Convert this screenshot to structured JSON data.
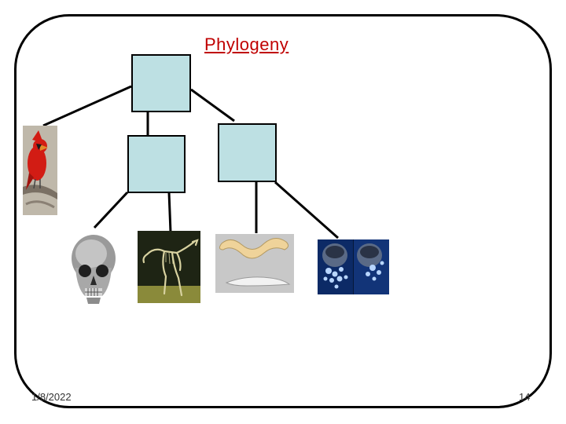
{
  "slide": {
    "title": "Phylogeny",
    "date": "1/8/2022",
    "page_number": "14"
  },
  "colors": {
    "node_fill": "#bde0e3",
    "title_color": "#c00000",
    "line_color": "#000000"
  },
  "images": {
    "bird": "cardinal-bird-image",
    "skull": "human-skull-image",
    "dinosaur": "dinosaur-skeleton-image",
    "worms": "worms-image",
    "cells": "dividing-cells-image"
  }
}
